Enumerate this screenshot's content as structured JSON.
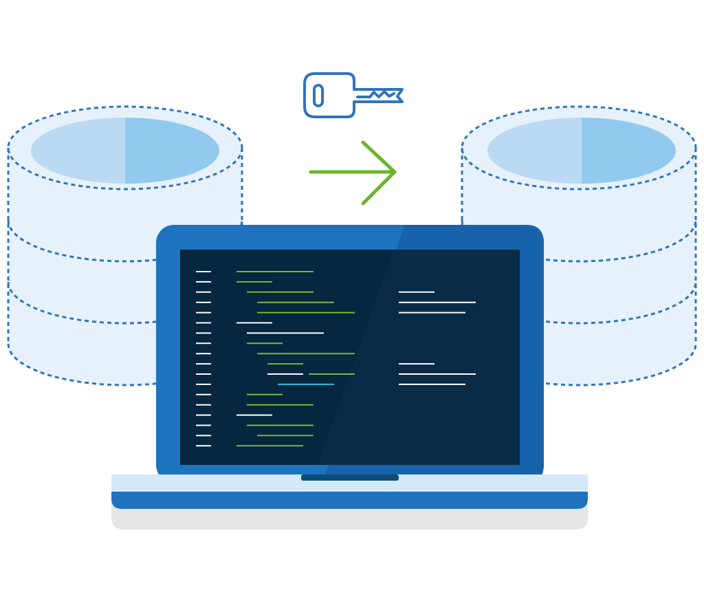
{
  "colors": {
    "background": "#ffffff",
    "db_fill": "#e6f1fc",
    "db_dash": "#2f74bb",
    "db_top_light": "#bcd9f3",
    "db_top_dark": "#91caee",
    "key_stroke": "#2f74bb",
    "arrow": "#6ab42d",
    "laptop_frame": "#1d73bd",
    "laptop_frame_shade": "#1663ac",
    "screen": "#07263f",
    "base_top": "#d4e8fa",
    "base_bottom": "#1f73bd",
    "base_shadow": "#e5e5e5",
    "notch": "#0c4d77",
    "code_white": "#ffffff",
    "code_green": "#7dba32",
    "code_cyan": "#36bfe0"
  },
  "icons": {
    "left_database": "database-icon",
    "right_database": "database-icon",
    "key": "key-icon",
    "arrow": "arrow-right-icon",
    "laptop": "laptop-icon"
  },
  "code_lines": [
    {
      "indent": 0,
      "length": 112,
      "color": "green"
    },
    {
      "indent": 0,
      "length": 52,
      "color": "green"
    },
    {
      "indent": 15,
      "length": 97,
      "color": "green"
    },
    {
      "indent": 30,
      "length": 112,
      "color": "green"
    },
    {
      "indent": 30,
      "length": 142,
      "color": "green"
    },
    {
      "indent": 0,
      "length": 52,
      "color": "white"
    },
    {
      "indent": 15,
      "length": 112,
      "color": "white"
    },
    {
      "indent": 15,
      "length": 52,
      "color": "green"
    },
    {
      "indent": 30,
      "length": 142,
      "color": "green"
    },
    {
      "indent": 45,
      "length": 52,
      "color": "green"
    },
    {
      "indent": 45,
      "length": 52,
      "color": "white",
      "extra": {
        "indent": 105,
        "length": 67,
        "color": "green"
      }
    },
    {
      "indent": 60,
      "length": 82,
      "color": "cyan"
    },
    {
      "indent": 15,
      "length": 52,
      "color": "green"
    },
    {
      "indent": 15,
      "length": 97,
      "color": "green"
    },
    {
      "indent": 0,
      "length": 52,
      "color": "white"
    },
    {
      "indent": 15,
      "length": 97,
      "color": "green"
    },
    {
      "indent": 30,
      "length": 82,
      "color": "green"
    },
    {
      "indent": 0,
      "length": 97,
      "color": "green"
    }
  ],
  "side_blocks": [
    {
      "row": 2,
      "lengths": [
        52,
        112,
        97
      ]
    },
    {
      "row": 9,
      "lengths": [
        52,
        112,
        97
      ]
    }
  ]
}
